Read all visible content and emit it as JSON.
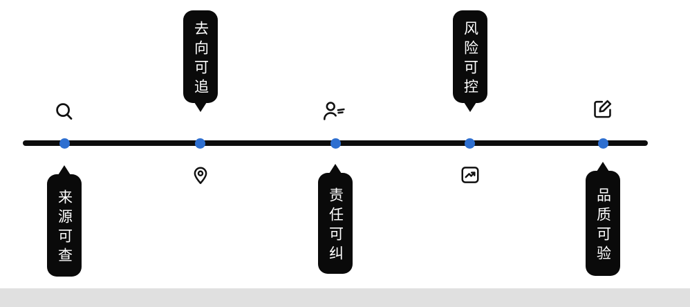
{
  "timeline": {
    "line_color": "#0d0d0d",
    "dot_color": "#2e6fd0",
    "pill_color": "#0a0a0a",
    "pill_text_color": "#ffffff",
    "items": [
      {
        "label": "来源可查",
        "icon": "search-icon",
        "icon_side": "top",
        "label_side": "bottom"
      },
      {
        "label": "去向可追",
        "icon": "location-pin-icon",
        "icon_side": "bottom",
        "label_side": "top"
      },
      {
        "label": "责任可纠",
        "icon": "user-list-icon",
        "icon_side": "top",
        "label_side": "bottom"
      },
      {
        "label": "风险可控",
        "icon": "line-chart-icon",
        "icon_side": "bottom",
        "label_side": "top"
      },
      {
        "label": "品质可验",
        "icon": "edit-icon",
        "icon_side": "top",
        "label_side": "bottom"
      }
    ]
  },
  "footer": {
    "background_color": "#e0e0e0"
  }
}
